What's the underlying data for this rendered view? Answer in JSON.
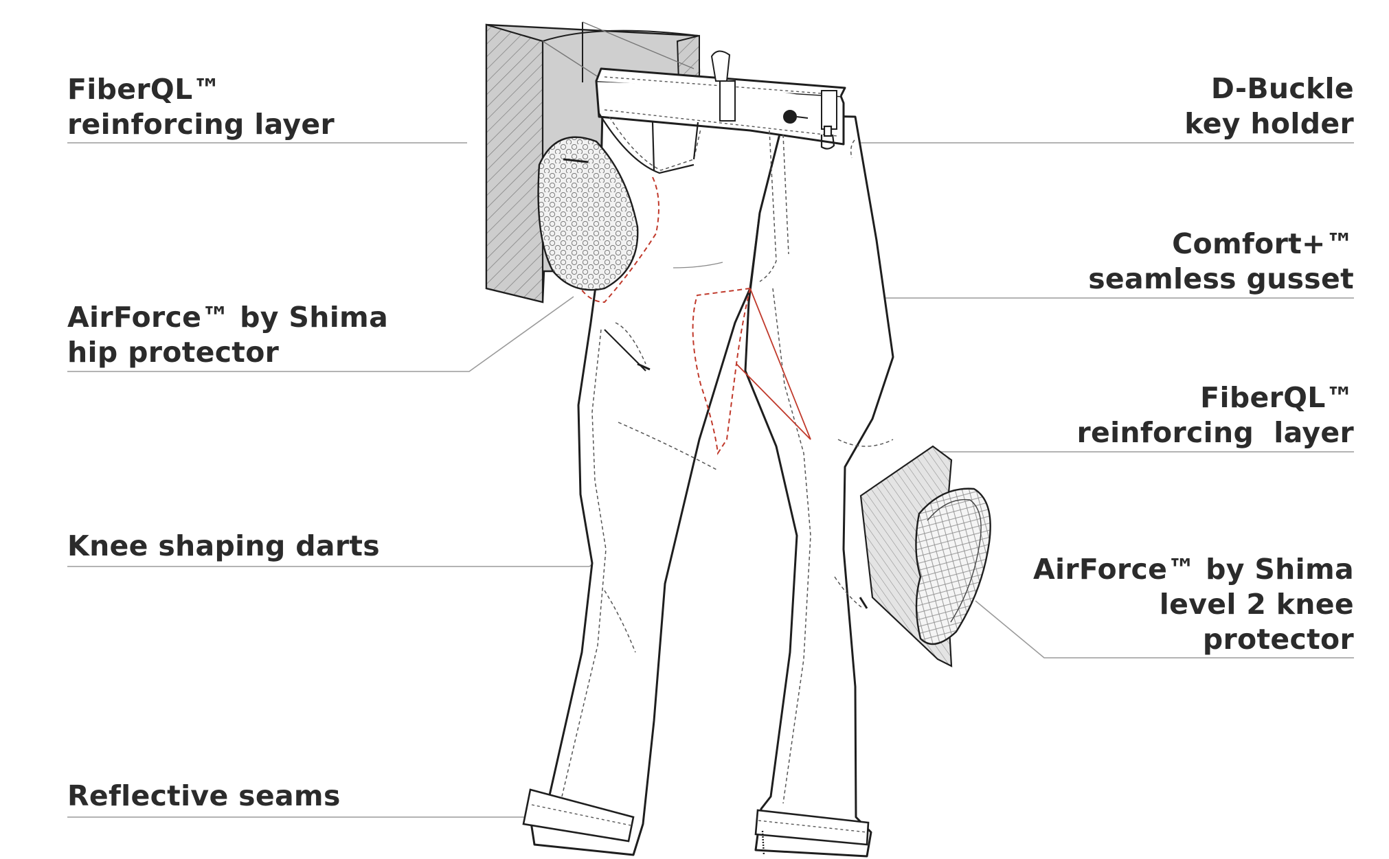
{
  "callouts": {
    "fiberql_top": {
      "line1": "FiberQL™",
      "line2": "reinforcing layer"
    },
    "airforce_hip": {
      "line1": "AirForce™ by Shima",
      "line2": "hip protector"
    },
    "knee_darts": {
      "line1": "Knee shaping darts"
    },
    "reflective": {
      "line1": "Reflective seams"
    },
    "dbuckle": {
      "line1": "D-Buckle",
      "line2": "key holder"
    },
    "comfort": {
      "line1": "Comfort+™",
      "line2": "seamless gusset"
    },
    "fiberql_knee": {
      "line1": "FiberQL™",
      "line2": "reinforcing  layer"
    },
    "airforce_knee": {
      "line1": "AirForce™ by Shima",
      "line2": "level 2 knee",
      "line3": "protector"
    }
  },
  "colors": {
    "text": "#2b2b2b",
    "outline": "#1e1e1e",
    "leader": "#9a9a9a",
    "gusset": "#c0392b",
    "layer_fill": "#c8c8c8"
  }
}
